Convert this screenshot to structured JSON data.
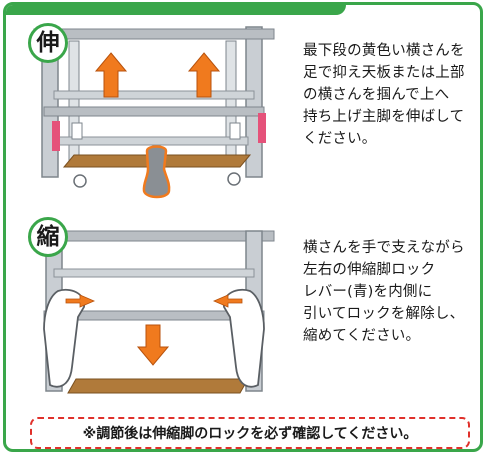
{
  "colors": {
    "accent_green": "#3aa64a",
    "arrow_orange": "#f07a1e",
    "note_border_red": "#e0312b",
    "crossbar_brown": "#b07a3a",
    "pad_pink": "#e5527a",
    "lever_blue": "#3b6fc4",
    "frame_silver": "#b9bec3"
  },
  "extend_section": {
    "badge": "伸",
    "instruction": "最下段の黄色い横さんを\n足で抑え天板または上部\nの横さんを掴んで上へ\n持ち上げ主脚を伸ばして\nください。",
    "icons": [
      "up-arrow-icon",
      "up-arrow-icon",
      "foot-icon"
    ]
  },
  "retract_section": {
    "badge": "縮",
    "instruction": "横さんを手で支えながら\n左右の伸縮脚ロック\nレバー(青)を内側に\n引いてロックを解除し、\n縮めてください。",
    "icons": [
      "hand-icon",
      "hand-icon",
      "left-arrow-icon",
      "right-arrow-icon",
      "down-arrow-icon"
    ]
  },
  "note": {
    "text": "※調節後は伸縮脚のロックを必ず確認してください。"
  }
}
